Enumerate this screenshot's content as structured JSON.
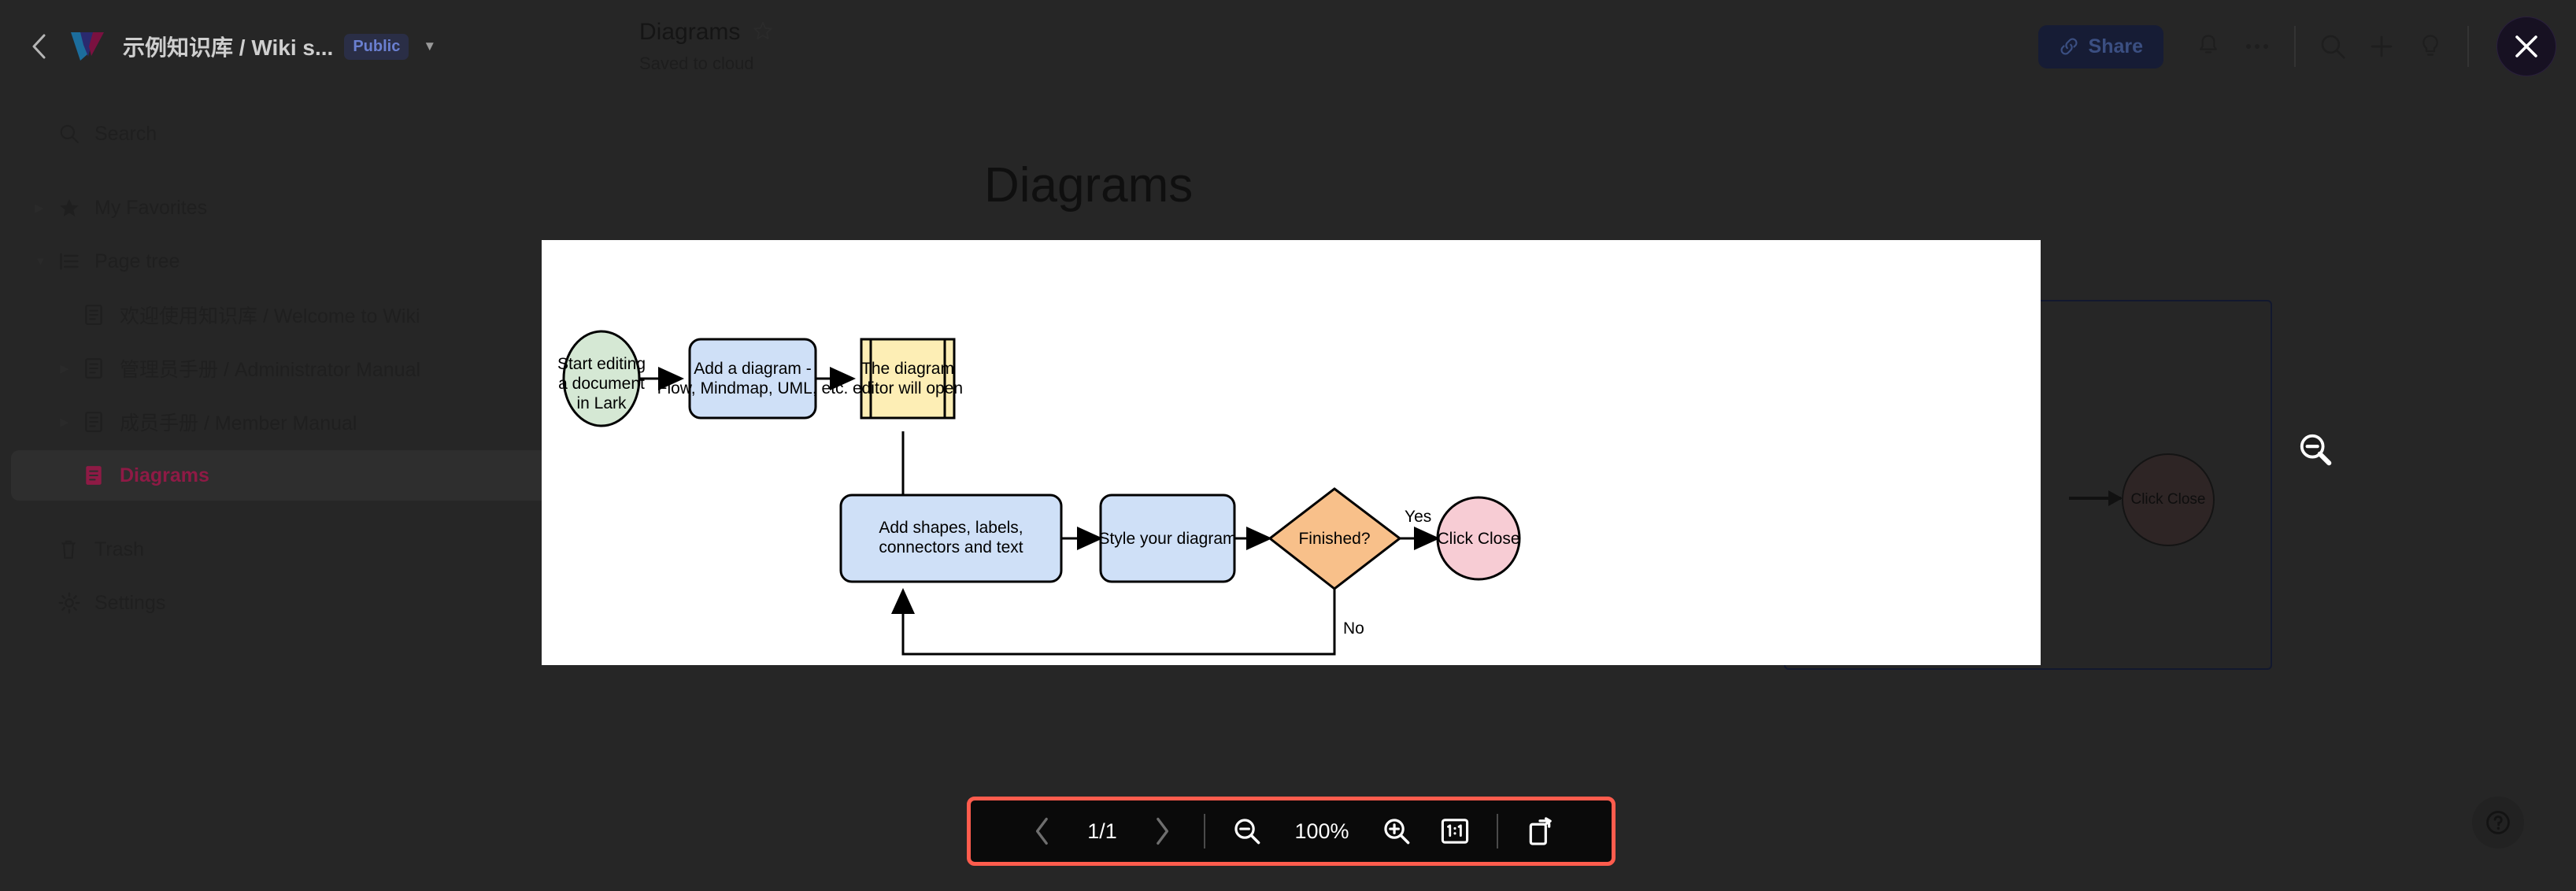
{
  "topbar": {
    "back_icon": "chevron-left-icon",
    "logo_icon": "lark-wiki-logo",
    "wiki_title": "示例知识库 / Wiki s...",
    "visibility_badge": "Public",
    "caret_icon": "chevron-down-icon",
    "doc_title": "Diagrams",
    "favorite_icon": "star-icon",
    "save_status": "Saved to cloud",
    "share_label": "Share",
    "share_icon": "link-icon",
    "notification_icon": "bell-icon",
    "more_icon": "ellipsis-icon",
    "search_icon": "search-icon",
    "add_icon": "plus-icon",
    "tip_icon": "lightbulb-icon",
    "close_icon": "close-icon"
  },
  "sidebar": {
    "items": [
      {
        "label": "Search",
        "icon": "search-icon",
        "twisty": "",
        "indent": 0,
        "active": false
      },
      {
        "label": "My Favorites",
        "icon": "star-icon",
        "twisty": "▶",
        "indent": 0,
        "active": false
      },
      {
        "label": "Page tree",
        "icon": "tree-icon",
        "twisty": "▼",
        "indent": 0,
        "active": false
      },
      {
        "label": "欢迎使用知识库 / Welcome to Wiki",
        "icon": "doc-icon",
        "twisty": "",
        "indent": 1,
        "active": false
      },
      {
        "label": "管理员手册 / Administrator Manual",
        "icon": "doc-icon",
        "twisty": "▶",
        "indent": 1,
        "active": false
      },
      {
        "label": "成员手册 / Member Manual",
        "icon": "doc-icon",
        "twisty": "▶",
        "indent": 1,
        "active": false
      },
      {
        "label": "Diagrams",
        "icon": "doc-icon",
        "twisty": "",
        "indent": 1,
        "active": true
      },
      {
        "label": "Trash",
        "icon": "trash-icon",
        "twisty": "",
        "indent": 0,
        "active": false
      },
      {
        "label": "Settings",
        "icon": "gear-icon",
        "twisty": "",
        "indent": 0,
        "active": false
      }
    ]
  },
  "document": {
    "heading": "Diagrams",
    "background_node_label": "Click Close"
  },
  "chart_data": {
    "type": "diagram",
    "diagram_kind": "flowchart",
    "title": "Diagrams",
    "nodes": [
      {
        "id": "start",
        "label": "Start editing\na document\nin Lark",
        "shape": "ellipse",
        "fill": "#d5e8d4",
        "stroke": "#000000"
      },
      {
        "id": "add",
        "label": "Add a diagram -\nFlow, Mindmap, UML, etc.",
        "shape": "rounded-rectangle",
        "fill": "#cfe0f7",
        "stroke": "#000000"
      },
      {
        "id": "editor",
        "label": "The diagram\neditor will open",
        "shape": "predefined-process",
        "fill": "#fdeeb5",
        "stroke": "#000000"
      },
      {
        "id": "shapes",
        "label": "Add shapes, labels,\nconnectors and text",
        "shape": "rounded-rectangle",
        "fill": "#cfe0f7",
        "stroke": "#000000"
      },
      {
        "id": "style",
        "label": "Style your diagram",
        "shape": "rounded-rectangle",
        "fill": "#cfe0f7",
        "stroke": "#000000"
      },
      {
        "id": "finish",
        "label": "Finished?",
        "shape": "diamond",
        "fill": "#f8c08a",
        "stroke": "#000000"
      },
      {
        "id": "close",
        "label": "Click Close",
        "shape": "ellipse",
        "fill": "#f7ccd4",
        "stroke": "#000000"
      }
    ],
    "edges": [
      {
        "from": "start",
        "to": "add",
        "label": ""
      },
      {
        "from": "add",
        "to": "editor",
        "label": ""
      },
      {
        "from": "editor",
        "to": "shapes",
        "label": ""
      },
      {
        "from": "shapes",
        "to": "style",
        "label": ""
      },
      {
        "from": "style",
        "to": "finish",
        "label": ""
      },
      {
        "from": "finish",
        "to": "close",
        "label": "Yes"
      },
      {
        "from": "finish",
        "to": "shapes",
        "label": "No"
      }
    ],
    "node_labels": {
      "start_l1": "Start editing",
      "start_l2": "a document",
      "start_l3": "in Lark",
      "add_l1": "Add a diagram -",
      "add_l2": "Flow, Mindmap, UML, etc.",
      "editor_l1": "The diagram",
      "editor_l2": "editor will open",
      "shapes_l1": "Add shapes, labels,",
      "shapes_l2": "connectors and text",
      "style_l1": "Style your diagram",
      "finish_l1": "Finished?",
      "close_l1": "Click Close",
      "edge_yes": "Yes",
      "edge_no": "No"
    }
  },
  "toolbar": {
    "prev_icon": "chevron-left-icon",
    "pages": "1/1",
    "next_icon": "chevron-right-icon",
    "zoom_out_icon": "zoom-out-icon",
    "zoom_level": "100%",
    "zoom_in_icon": "zoom-in-icon",
    "actual_size_icon": "one-to-one-icon",
    "reset_icon": "refresh-page-icon"
  },
  "overlay": {
    "zoom_out_cursor_icon": "zoom-out-cursor-icon",
    "help_icon": "question-mark-icon"
  },
  "colors": {
    "app_bg": "#262626",
    "sidebar_active_text": "#8e1a45",
    "share_bg": "#161c35",
    "toolbar_highlight": "#ff5c4d",
    "modal_bg": "#ffffff"
  }
}
